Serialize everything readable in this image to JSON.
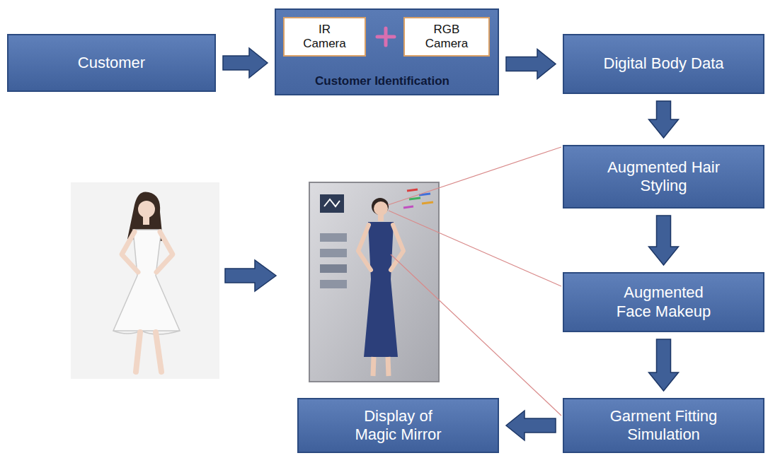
{
  "diagram": {
    "nodes": [
      {
        "text": [
          "Customer"
        ]
      },
      {
        "text": [
          "Customer Identification"
        ]
      },
      {
        "text": [
          "IR Camera"
        ],
        "in": 1
      },
      {
        "text": [
          "RGB Camera"
        ],
        "in": 1
      },
      {
        "text": [
          "Digital Body Data"
        ]
      },
      {
        "text": [
          "Augmented Hair Styling"
        ]
      },
      {
        "text": [
          "Augmented Face Makeup"
        ]
      },
      {
        "text": [
          "Garment Fitting Simulation"
        ]
      },
      {
        "text": [
          "Display of Magic Mirror"
        ]
      }
    ],
    "edges": [
      {
        "from": 0,
        "to": 1,
        "arrow": "to"
      },
      {
        "from": 1,
        "to": 4,
        "arrow": "to"
      },
      {
        "from": 4,
        "to": 5,
        "arrow": "to"
      },
      {
        "from": 5,
        "to": 6,
        "arrow": "to"
      },
      {
        "from": 6,
        "to": 7,
        "arrow": "to"
      },
      {
        "from": 7,
        "to": 8,
        "arrow": "to"
      }
    ]
  }
}
